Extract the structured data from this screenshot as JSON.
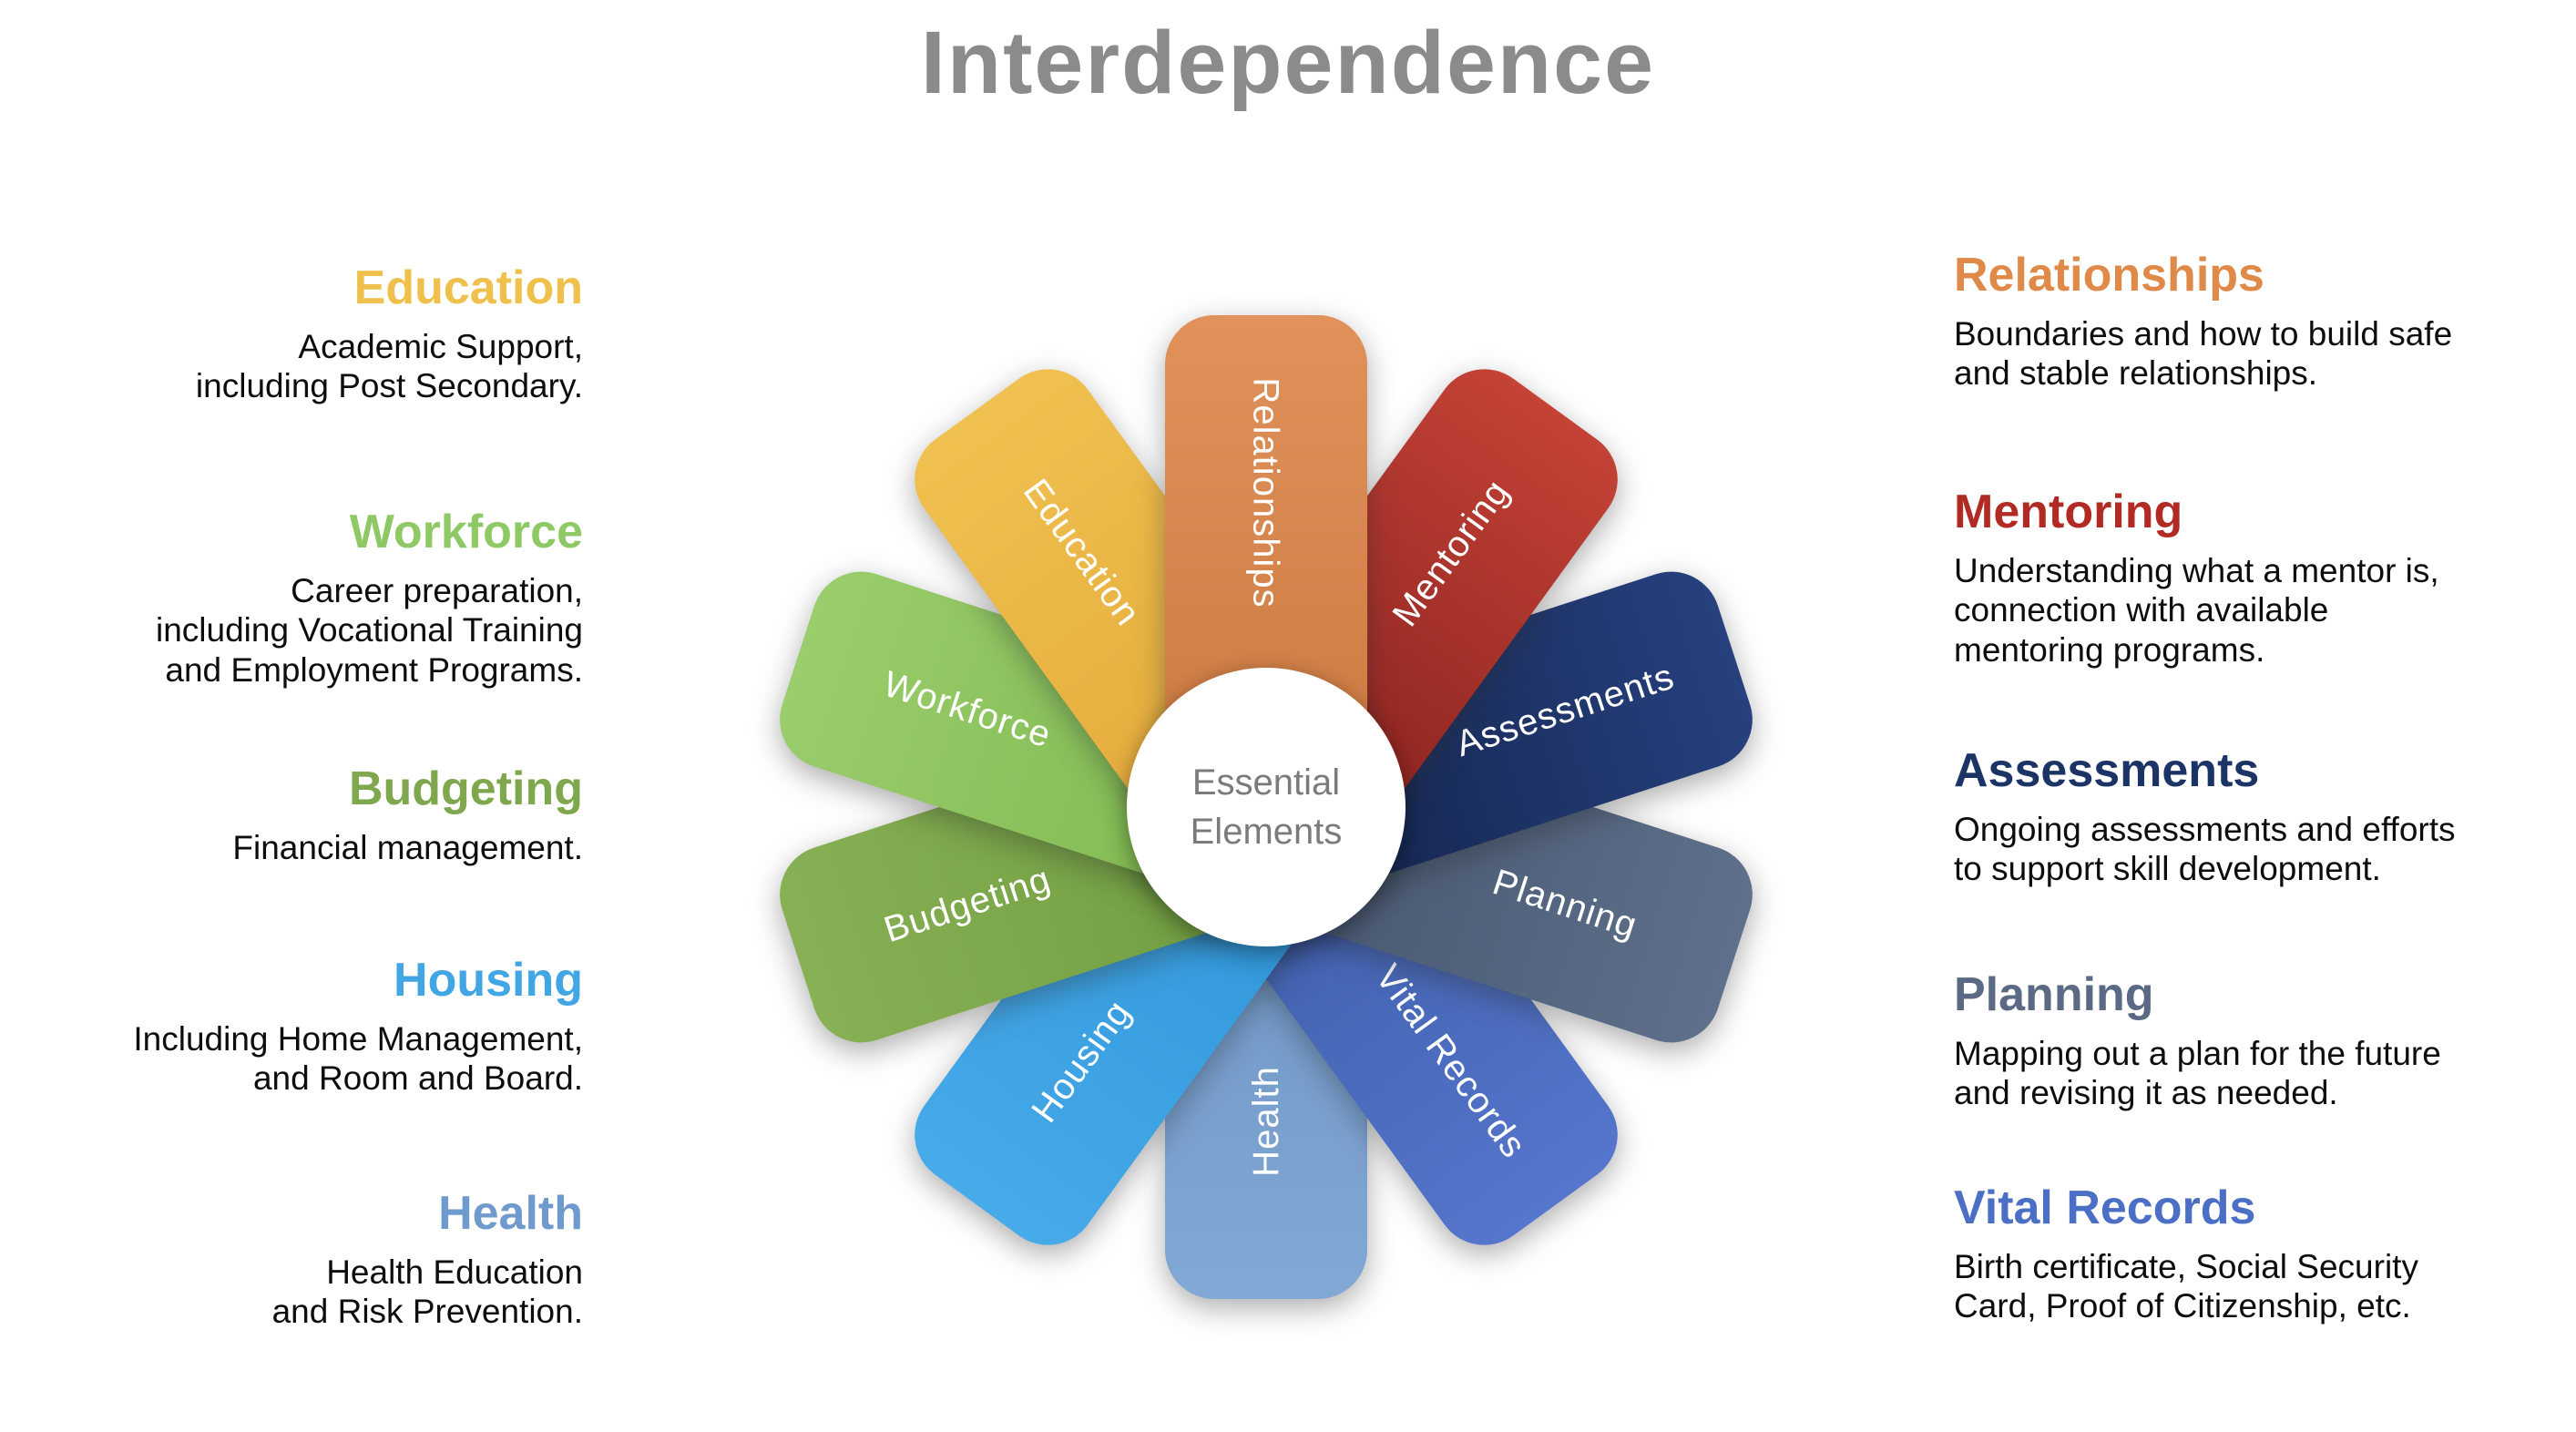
{
  "title": "Interdependence",
  "center": {
    "line1": "Essential",
    "line2": "Elements"
  },
  "petals": [
    {
      "label": "Relationships",
      "angle": 0,
      "color_outer": "#E0925A",
      "color_inner": "#CB7940",
      "text_direction": "outer-to-center"
    },
    {
      "label": "Mentoring",
      "angle": 36,
      "color_outer": "#C44236",
      "color_inner": "#85201E",
      "text_direction": "center-to-outer"
    },
    {
      "label": "Assessments",
      "angle": 72,
      "color_outer": "#27417F",
      "color_inner": "#13234A",
      "text_direction": "center-to-outer"
    },
    {
      "label": "Planning",
      "angle": 108,
      "color_outer": "#5F708C",
      "color_inner": "#45556C",
      "text_direction": "center-to-outer"
    },
    {
      "label": "Vital Records",
      "angle": 144,
      "color_outer": "#5576CC",
      "color_inner": "#3D5CA8",
      "text_direction": "center-to-outer"
    },
    {
      "label": "Health",
      "angle": 180,
      "color_outer": "#82A8D5",
      "color_inner": "#6B92C2",
      "text_direction": "outer-to-center"
    },
    {
      "label": "Housing",
      "angle": 216,
      "color_outer": "#47AAE9",
      "color_inner": "#2E95D8",
      "text_direction": "outer-to-center"
    },
    {
      "label": "Budgeting",
      "angle": 252,
      "color_outer": "#88B054",
      "color_inner": "#6E9C3F",
      "text_direction": "outer-to-center"
    },
    {
      "label": "Workforce",
      "angle": 288,
      "color_outer": "#9ACD6C",
      "color_inner": "#7FB94F",
      "text_direction": "outer-to-center"
    },
    {
      "label": "Education",
      "angle": 324,
      "color_outer": "#F0C150",
      "color_inner": "#E3A93A",
      "text_direction": "outer-to-center"
    }
  ],
  "left_column": [
    {
      "heading": "Education",
      "heading_color": "#F0C04C",
      "body": [
        "Academic Support,",
        "including Post Secondary."
      ]
    },
    {
      "heading": "Workforce",
      "heading_color": "#8FC965",
      "body": [
        "Career preparation,",
        "including Vocational Training",
        "and Employment Programs."
      ]
    },
    {
      "heading": "Budgeting",
      "heading_color": "#7FA74E",
      "body": [
        "Financial management."
      ]
    },
    {
      "heading": "Housing",
      "heading_color": "#42A6E4",
      "body": [
        "Including Home Management,",
        "and Room and Board."
      ]
    },
    {
      "heading": "Health",
      "heading_color": "#6F9ACD",
      "body": [
        "Health Education",
        "and Risk Prevention."
      ]
    }
  ],
  "right_column": [
    {
      "heading": "Relationships",
      "heading_color": "#E08A4A",
      "body": [
        "Boundaries and how to build safe",
        "and stable relationships."
      ]
    },
    {
      "heading": "Mentoring",
      "heading_color": "#B12B24",
      "body": [
        "Understanding what a mentor is,",
        "connection with available",
        "mentoring programs."
      ]
    },
    {
      "heading": "Assessments",
      "heading_color": "#1B3365",
      "body": [
        "Ongoing assessments and efforts",
        "to support skill development."
      ]
    },
    {
      "heading": "Planning",
      "heading_color": "#5A6A84",
      "body": [
        "Mapping out a plan for the future",
        "and revising it as needed."
      ]
    },
    {
      "heading": "Vital Records",
      "heading_color": "#4B6FC5",
      "body": [
        "Birth certificate, Social Security",
        "Card, Proof of Citizenship, etc."
      ]
    }
  ],
  "colors": {
    "background": "#FFFFFF",
    "title_text": "#8B8B8B",
    "body_text": "#0D0D0D",
    "hub_fill": "#FFFFFF",
    "hub_text": "#7B7B7B",
    "petal_label_text": "#FFFFFF"
  }
}
